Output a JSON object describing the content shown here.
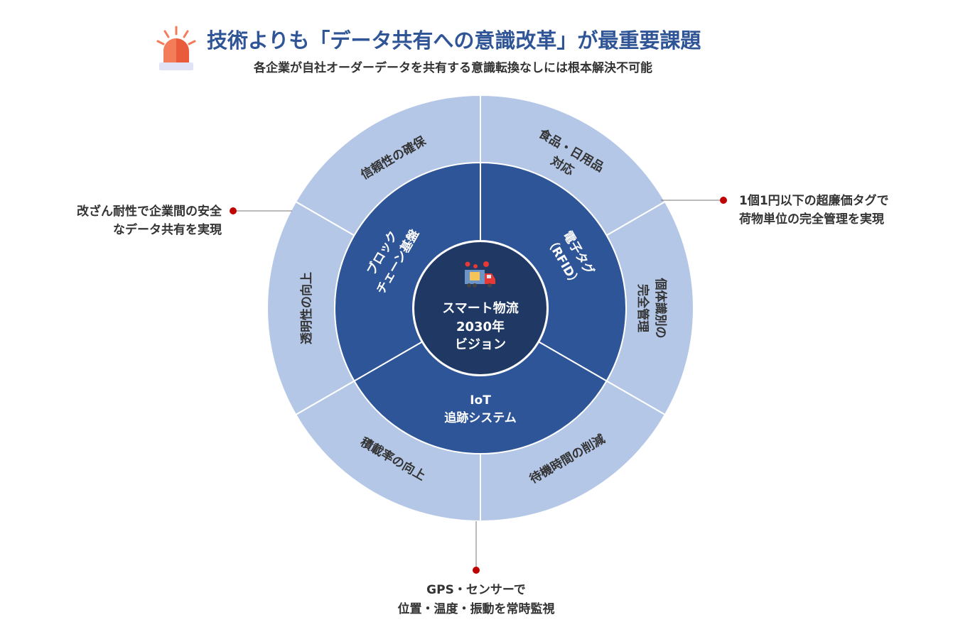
{
  "header": {
    "icon": "siren-icon",
    "title": "技術よりも「データ共有への意識改革」が最重要課題",
    "subtitle": "各企業が自社オーダーデータを共有する意識転換なしには根本解決不可能"
  },
  "center": {
    "icon": "delivery-truck-icon",
    "lines": [
      "スマート物流",
      "2030年",
      "ビジョン"
    ]
  },
  "inner_ring": [
    {
      "lines": [
        "電子タグ",
        "（RFID）"
      ]
    },
    {
      "lines": [
        "IoT",
        "追跡システム"
      ]
    },
    {
      "lines": [
        "ブロック",
        "チェーン基盤"
      ]
    }
  ],
  "outer_ring": [
    {
      "lines": [
        "食品・日用品",
        "対応"
      ]
    },
    {
      "lines": [
        "個体識別の",
        "完全管理"
      ]
    },
    {
      "lines": [
        "待機時間の削減"
      ]
    },
    {
      "lines": [
        "積載率の向上"
      ]
    },
    {
      "lines": [
        "透明性の向上"
      ]
    },
    {
      "lines": [
        "信頼性の確保"
      ]
    }
  ],
  "callouts": {
    "left": [
      "改ざん耐性で企業間の安全",
      "なデータ共有を実現"
    ],
    "right": [
      "1個1円以下の超廉価タグで",
      "荷物単位の完全管理を実現"
    ],
    "bottom": [
      "GPS・センサーで",
      "位置・温度・振動を常時監視"
    ]
  },
  "colors": {
    "title": "#2f5597",
    "outer": "#b4c7e7",
    "inner": "#2e5597",
    "center": "#1f3864",
    "callout_dot": "#c00000"
  }
}
